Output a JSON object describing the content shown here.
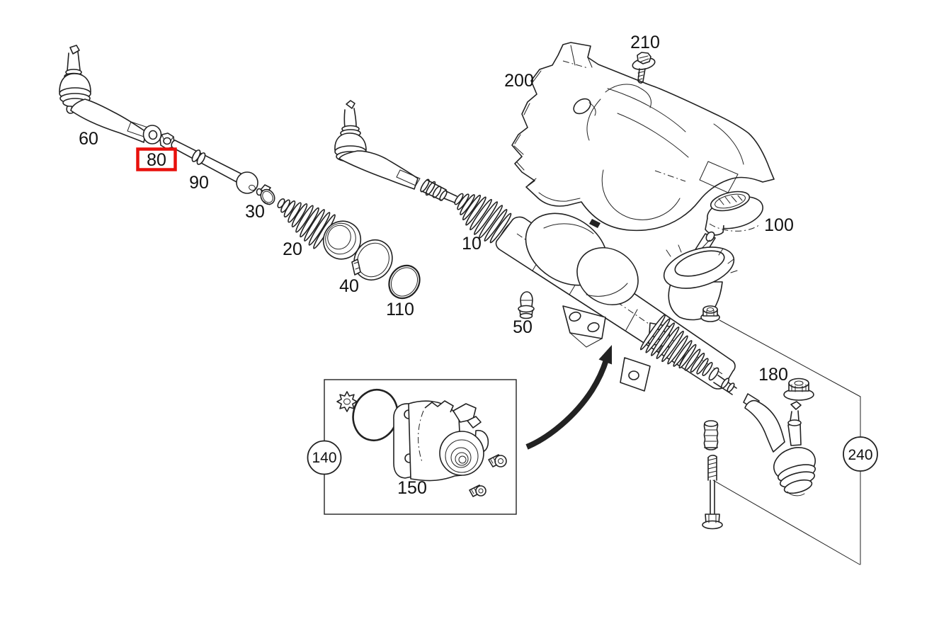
{
  "diagram": {
    "background_color": "#ffffff",
    "line_color": "#222222",
    "highlight_color": "#e8100c",
    "highlighted_callout": "80",
    "callouts": {
      "c10": "10",
      "c20": "20",
      "c30": "30",
      "c40": "40",
      "c50": "50",
      "c60": "60",
      "c80": "80",
      "c90": "90",
      "c100": "100",
      "c110": "110",
      "c140": "140",
      "c150": "150",
      "c180": "180",
      "c200": "200",
      "c210": "210",
      "c240": "240"
    }
  }
}
